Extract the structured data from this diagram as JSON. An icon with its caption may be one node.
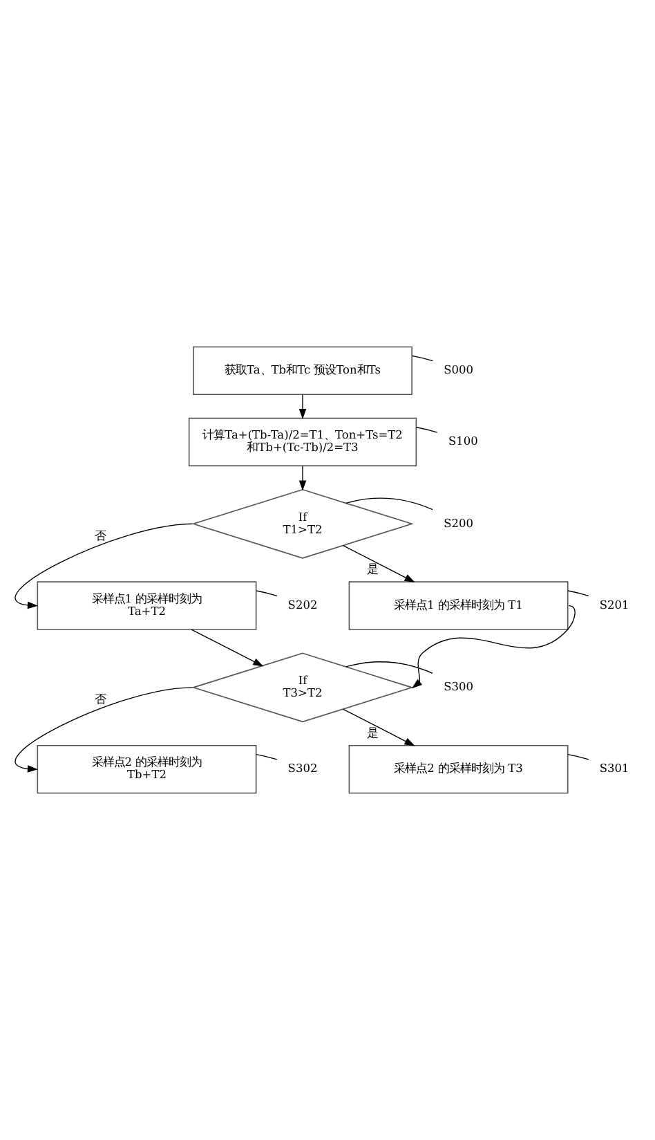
{
  "diagram": {
    "nodes": [
      {
        "text": [
          "S000"
        ]
      },
      {
        "text": [
          "获取Ta、Tb和Tc 预设Ton和Ts"
        ]
      },
      {
        "text": [
          "S100"
        ]
      },
      {
        "text": [
          "计算Ta+(Tb-Ta)/2=T1、Ton+Ts=T2 和Tb+(Tc-Tb)/2=T3"
        ]
      },
      {
        "text": [
          "S200"
        ]
      },
      {
        "text": [
          "If T1>T2"
        ]
      },
      {
        "text": [
          "S201"
        ]
      },
      {
        "text": [
          "采样点1 的采样时刻为 T1"
        ]
      },
      {
        "text": [
          "S202"
        ]
      },
      {
        "text": [
          "采样点1 的采样时刻为 Ta+T2"
        ]
      },
      {
        "text": [
          "S300"
        ]
      },
      {
        "text": [
          "If T3>T2"
        ]
      },
      {
        "text": [
          "S301"
        ]
      },
      {
        "text": [
          "采样点2 的采样时刻为 T3"
        ]
      },
      {
        "text": [
          "S302"
        ]
      },
      {
        "text": [
          "采样点2 的采样时刻为 Tb+T2"
        ]
      }
    ],
    "edges": [
      {
        "from": 1,
        "to": 3,
        "arrow": "to"
      },
      {
        "from": 3,
        "to": 5,
        "arrow": "to"
      },
      {
        "from": 5,
        "to": 7,
        "arrow": "to",
        "label": "是"
      },
      {
        "from": 5,
        "to": 9,
        "arrow": "to",
        "label": "否"
      },
      {
        "from": 7,
        "to": 11,
        "arrow": "to"
      },
      {
        "from": 9,
        "to": 11,
        "arrow": "to"
      },
      {
        "from": 11,
        "to": 13,
        "arrow": "to",
        "label": "是"
      },
      {
        "from": 11,
        "to": 15,
        "arrow": "to",
        "label": "否"
      },
      {
        "from": 0,
        "to": 1,
        "arrow": "none"
      },
      {
        "from": 2,
        "to": 3,
        "arrow": "none"
      },
      {
        "from": 4,
        "to": 5,
        "arrow": "none"
      },
      {
        "from": 6,
        "to": 7,
        "arrow": "none"
      },
      {
        "from": 8,
        "to": 9,
        "arrow": "none"
      },
      {
        "from": 10,
        "to": 11,
        "arrow": "none"
      },
      {
        "from": 12,
        "to": 13,
        "arrow": "none"
      },
      {
        "from": 14,
        "to": 15,
        "arrow": "none"
      }
    ]
  }
}
